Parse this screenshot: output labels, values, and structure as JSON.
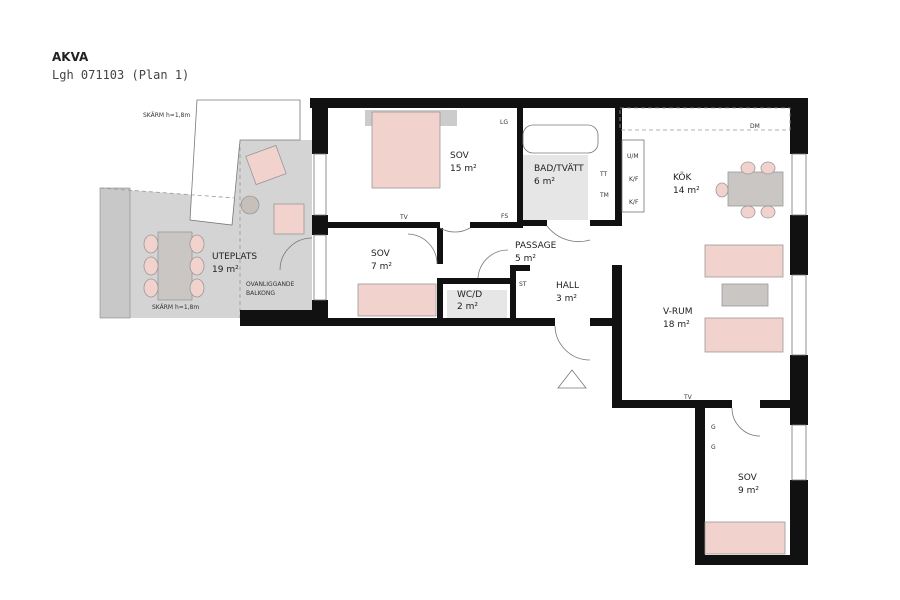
{
  "header": {
    "project": "AKVA",
    "apartment": "Lgh 071103 (Plan 1)"
  },
  "rooms": {
    "sov15": {
      "name": "SOV",
      "area": "15 m²"
    },
    "bad": {
      "name": "BAD/TVÄTT",
      "area": "6 m²"
    },
    "kok": {
      "name": "KÖK",
      "area": "14 m²"
    },
    "uteplats": {
      "name": "UTEPLATS",
      "area": "19 m²"
    },
    "sov7": {
      "name": "SOV",
      "area": "7 m²"
    },
    "passage": {
      "name": "PASSAGE",
      "area": "5 m²"
    },
    "wc": {
      "name": "WC/D",
      "area": "2 m²"
    },
    "hall": {
      "name": "HALL",
      "area": "3 m²"
    },
    "vrum": {
      "name": "V-RUM",
      "area": "18 m²"
    },
    "sov9": {
      "name": "SOV",
      "area": "9 m²"
    }
  },
  "annotations": {
    "skarm_top": "SKÄRM h=1,8m",
    "skarm_bottom": "SKÄRM h=1,8m",
    "balkong_1": "OVANLIGGANDE",
    "balkong_2": "BALKONG",
    "tv": "TV",
    "dm": "DM",
    "um": "U/M",
    "kf": "K/F",
    "tt": "TT",
    "tm": "TM",
    "st": "ST",
    "lg": "LG",
    "fs": "FS",
    "g": "G"
  },
  "colors": {
    "furniture": "#f1d2cc",
    "terrace": "#d4d4d4",
    "wall": "#111111"
  }
}
